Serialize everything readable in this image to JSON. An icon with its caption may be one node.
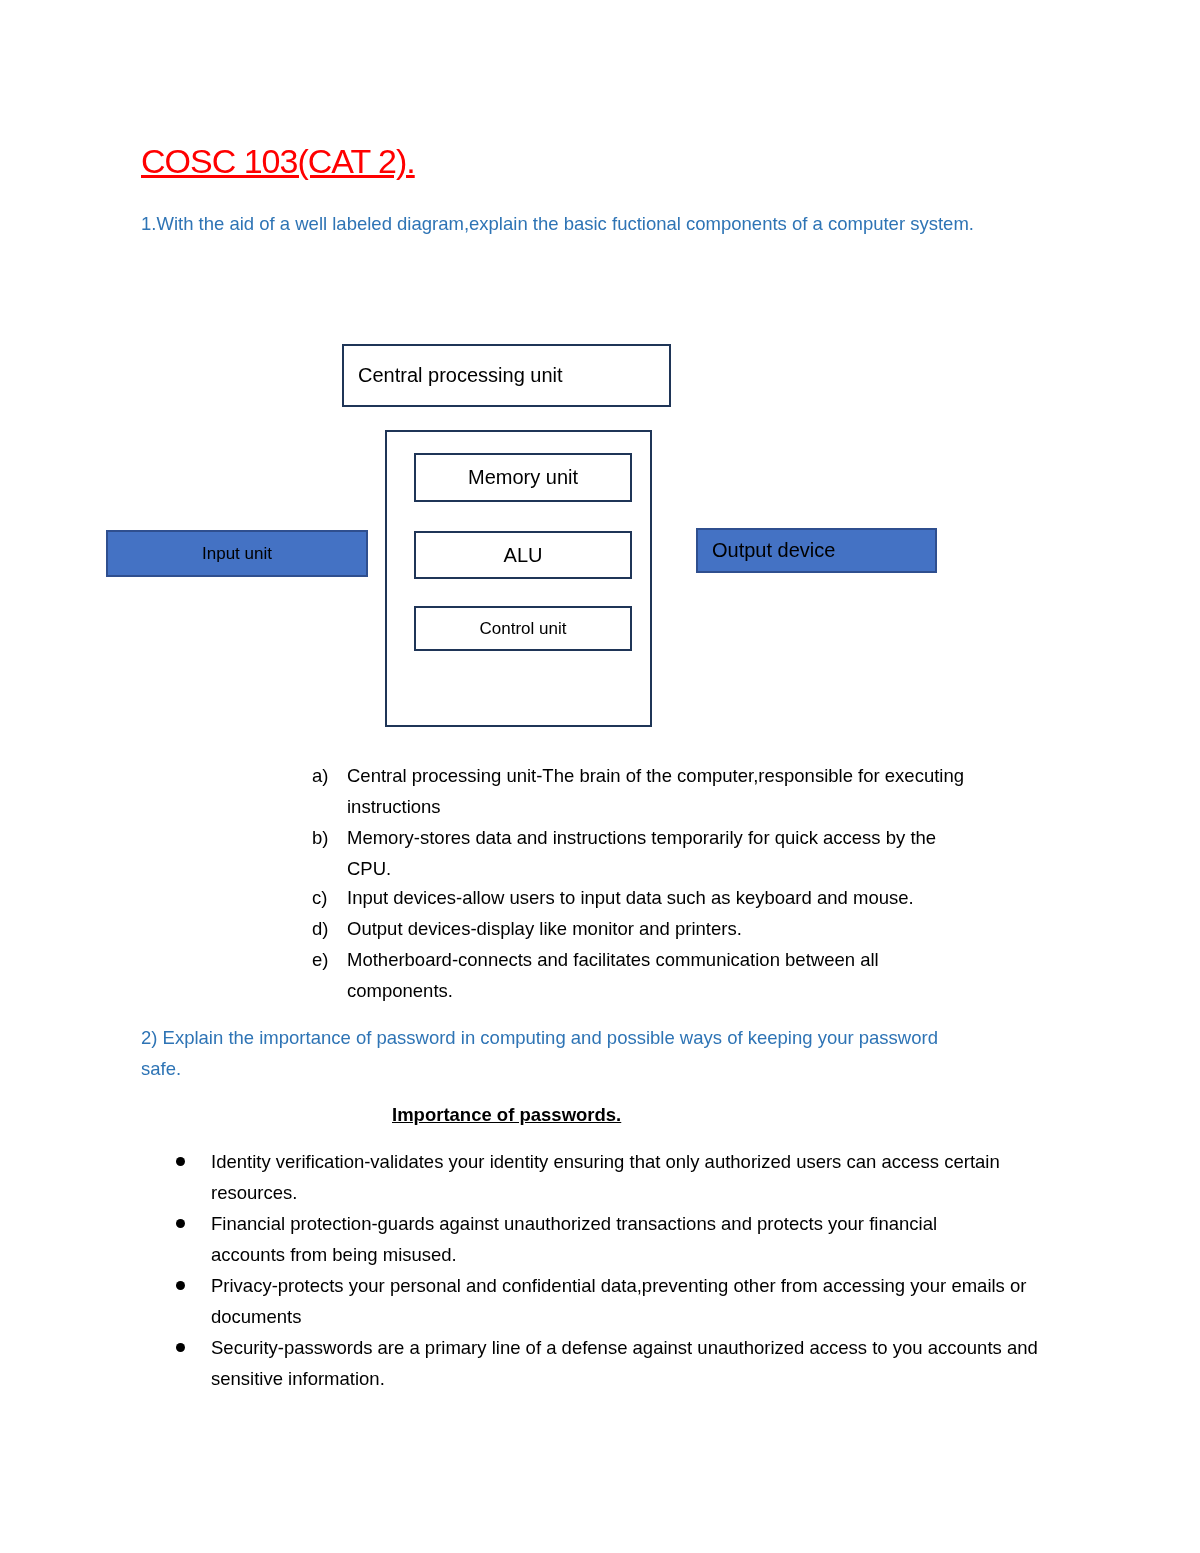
{
  "diagram": {
    "title": "COSC 103(CAT 2).",
    "nodes": [
      {
        "text": [
          "Central processing unit"
        ]
      },
      {
        "text": [],
        "shape": "box"
      },
      {
        "text": [
          "Memory unit"
        ],
        "in": 1
      },
      {
        "text": [
          "ALU"
        ],
        "in": 1
      },
      {
        "text": [
          "Control unit"
        ],
        "in": 1
      },
      {
        "text": [
          "Input unit"
        ]
      },
      {
        "text": [
          "Output device"
        ]
      }
    ],
    "labels": [
      "1.With the aid of a well labeled diagram,explain the basic fuctional components of a computer system.",
      "a)",
      "Central processing unit-The brain of the computer,responsible for executing instructions",
      "b)",
      "Memory-stores data and instructions temporarily for quick access by the CPU.",
      "c)",
      "Input devices-allow users to input data such as keyboard and mouse.",
      "d)",
      "Output devices-display like monitor and printers.",
      "e)",
      "Motherboard-connects and facilitates communication between all components.",
      "2) Explain the importance of password in computing and possible ways of keeping your password safe.",
      "Importance of passwords.",
      "Identity verification-validates your identity ensuring that only authorized users can access certain resources.",
      "Financial protection-guards against unauthorized transactions and protects your financial accounts from being misused.",
      "Privacy-protects your personal and confidential data,preventing other from accessing your emails or documents",
      "Security-passwords are a primary line of a defense against unauthorized access to you accounts and sensitive information."
    ]
  }
}
